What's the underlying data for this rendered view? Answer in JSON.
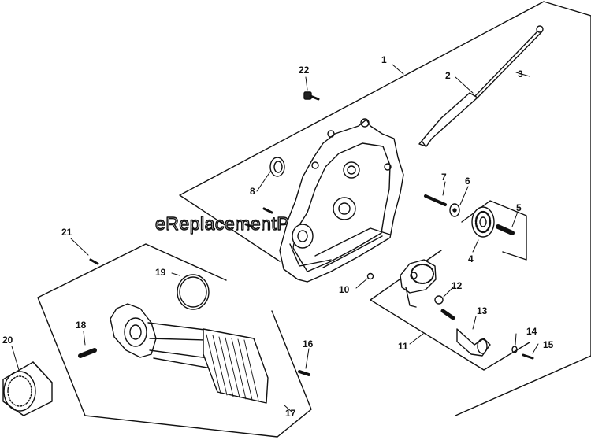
{
  "watermark": "eReplacementParts.com",
  "callouts": {
    "c1": "1",
    "c2": "2",
    "c3": "3",
    "c4": "4",
    "c5": "5",
    "c6": "6",
    "c7": "7",
    "c8": "8",
    "c10": "10",
    "c11": "11",
    "c12": "12",
    "c13": "13",
    "c14": "14",
    "c15": "15",
    "c16": "16",
    "c17": "17",
    "c18": "18",
    "c19": "19",
    "c20": "20",
    "c21": "21",
    "c22": "22"
  }
}
